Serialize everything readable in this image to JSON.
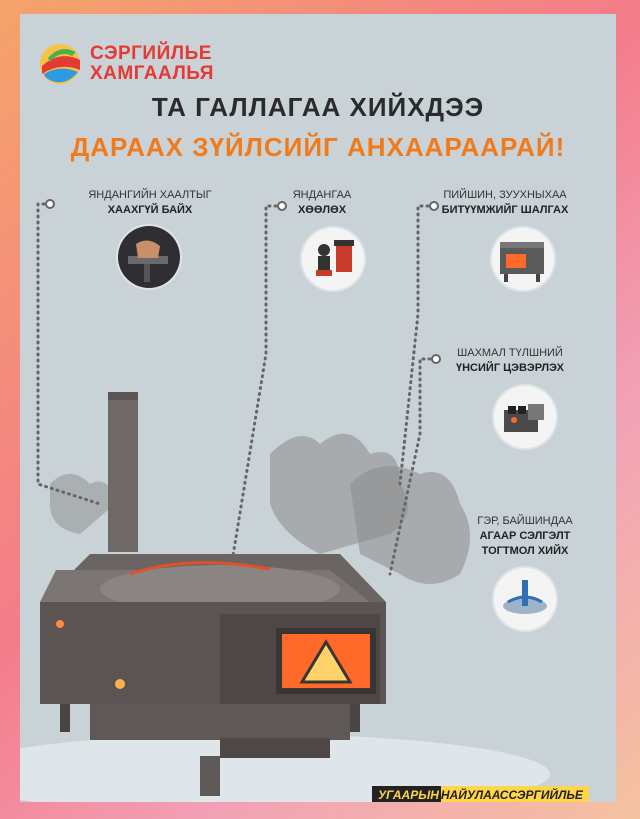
{
  "logo": {
    "line1": "СЭРГИЙЛЬЕ",
    "line2": "ХАМГААЛЬЯ"
  },
  "headline": {
    "line1": "ТА ГАЛЛАГАА ХИЙХДЭЭ",
    "line2": "ДАРААХ ЗҮЙЛСИЙГ АНХААРААРАЙ!"
  },
  "tips": [
    {
      "line1": "ЯНДАНГИЙН ХААЛТЫГ",
      "line2": "ХААХГҮЙ БАЙХ",
      "icon": "hand-closing-damper-icon"
    },
    {
      "line1": "ЯНДАНГАА",
      "line2": "ХӨӨЛӨХ",
      "icon": "chimney-sweep-icon"
    },
    {
      "line1": "ПИЙШИН, ЗУУХНЫХАА",
      "line2": "БИТҮҮМЖИЙГ ШАЛГАХ",
      "icon": "stove-seal-icon"
    },
    {
      "line1": "ШАХМАЛ ТҮЛШНИЙ",
      "line2": "ҮНСИЙГ ЦЭВЭРЛЭХ",
      "icon": "fuel-briquette-icon"
    },
    {
      "line1": "ГЭР, БАЙШИНДАА",
      "line2": "АГААР СЭЛГЭЛТ",
      "line3": "ТОГТМОЛ ХИЙХ",
      "icon": "ger-ventilation-icon"
    }
  ],
  "footer": {
    "part1": "УГААРЫН",
    "part2": "НАЙУЛААССЭРГИЙЛЬЕ"
  },
  "colors": {
    "accent": "#f07b1d",
    "brand": "#e53935",
    "panel": "#c9d3d7"
  }
}
